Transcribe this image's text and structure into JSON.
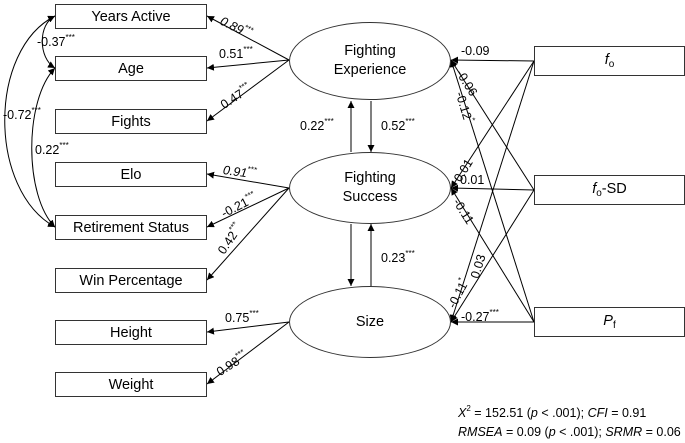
{
  "observed_left": {
    "years_active": "Years Active",
    "age": "Age",
    "fights": "Fights",
    "elo": "Elo",
    "retirement_status": "Retirement Status",
    "win_percentage": "Win Percentage",
    "height": "Height",
    "weight": "Weight"
  },
  "latent": {
    "experience": [
      "Fighting",
      "Experience"
    ],
    "success": [
      "Fighting",
      "Success"
    ],
    "size": "Size"
  },
  "observed_right": {
    "fo_symbol": "f",
    "fo_sub": "o",
    "fosd_symbol": "f",
    "fosd_sub": "o",
    "fosd_suffix": "-SD",
    "pf_symbol": "P",
    "pf_sub": "f"
  },
  "loadings": {
    "years_active": {
      "value": "0.89",
      "sig": "***"
    },
    "age": {
      "value": "0.51",
      "sig": "***"
    },
    "fights": {
      "value": "0.47",
      "sig": "***"
    },
    "elo": {
      "value": "0.91",
      "sig": "***"
    },
    "retirement_status": {
      "value": "-0.21",
      "sig": "***"
    },
    "win_percentage": {
      "value": "0.42",
      "sig": "***"
    },
    "height": {
      "value": "0.75",
      "sig": "***"
    },
    "weight": {
      "value": "0.98",
      "sig": "***"
    }
  },
  "residual_covariances": {
    "years_active_age": {
      "value": "-0.37",
      "sig": "***"
    },
    "years_active_retirement": {
      "value": "-0.72",
      "sig": "***"
    },
    "age_retirement": {
      "value": "0.22",
      "sig": "***"
    }
  },
  "latent_paths": {
    "success_to_experience": {
      "value": "0.22",
      "sig": "***"
    },
    "experience_to_success": {
      "value": "0.52",
      "sig": "***"
    },
    "success_size": {
      "value": "0.23",
      "sig": "***"
    }
  },
  "predictor_paths": {
    "fo_experience": {
      "value": "-0.09",
      "sig": ""
    },
    "fo_success": {
      "value": "-0.06",
      "sig": ""
    },
    "fo_size": {
      "value": "-0.12",
      "sig": "*"
    },
    "fosd_experience": {
      "value": "0.01",
      "sig": ""
    },
    "fosd_success": {
      "value": "0.01",
      "sig": ""
    },
    "fosd_size": {
      "value": "-0.11",
      "sig": ""
    },
    "pf_experience": {
      "value": "0.03",
      "sig": ""
    },
    "pf_success": {
      "value": "-0.11",
      "sig": "*"
    },
    "pf_size": {
      "value": "-0.27",
      "sig": "***"
    }
  },
  "fit": {
    "chi_label": "X",
    "chi_power": "2",
    "chi_value": "= 152.51 (",
    "p1": "p",
    "p1_rest": "< .001); ",
    "cfi_label": "CFI",
    "cfi_value": "= 0.91",
    "rmsea_label": "RMSEA",
    "rmsea_value": "= 0.09 (",
    "p2": "p",
    "p2_rest": "< .001); ",
    "srmr_label": "SRMR",
    "srmr_value": "= 0.06"
  }
}
